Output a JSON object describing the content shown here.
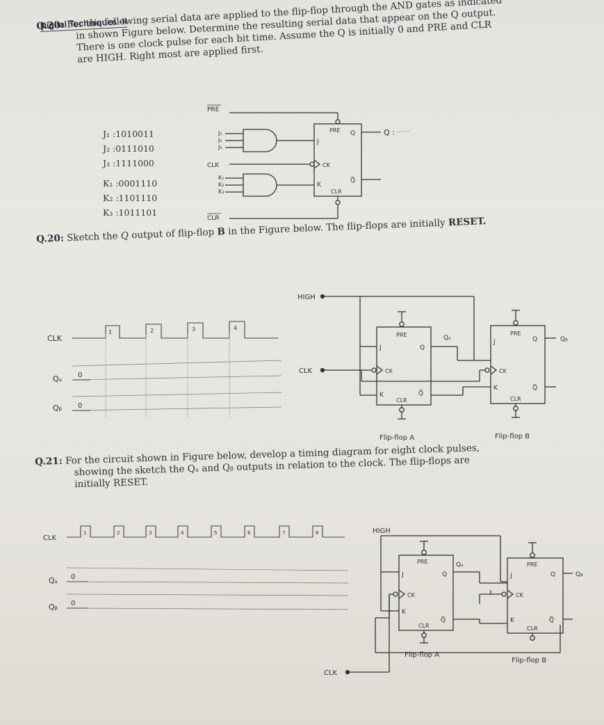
{
  "header": "Digital Techniques -II",
  "q20a": {
    "num": "Q.20:",
    "line1": "For the following serial data are applied to the flip-flop through the AND gates as indicated",
    "line2": "in shown Figure below. Determine the resulting serial data that appear on the Q output.",
    "line3": "There is one clock pulse for each bit time. Assume the Q is initially 0 and PRE and CLR",
    "line4": "are HIGH. Right most are applied first.",
    "inputs": [
      {
        "label": "J₁ :",
        "value": "1010011"
      },
      {
        "label": "J₂ :",
        "value": "0111010"
      },
      {
        "label": "J₃ :",
        "value": "1111000"
      },
      {
        "label": "K₁ :",
        "value": "0001110"
      },
      {
        "label": "K₂ :",
        "value": "1101110"
      },
      {
        "label": "K₃ :",
        "value": "1011101"
      }
    ],
    "pre_label": "PRE",
    "clk_label": "CLK",
    "clr_label": "CLR",
    "q_out": "Q :",
    "j_inputs": [
      "J₁",
      "J₂",
      "J₃"
    ],
    "k_inputs": [
      "K₁",
      "K₂",
      "K₃"
    ]
  },
  "q20b": {
    "num": "Q.20:",
    "text_a": "Sketch the",
    "text_q": "Q",
    "text_b": "output of flip-flop",
    "text_ff": "B",
    "text_c": "in the Figure below. The flip-flops are initially",
    "text_reset": "RESET.",
    "clk": "CLK",
    "qa": "Qₐ",
    "qb": "Qᵦ",
    "init": [
      "0",
      "0"
    ],
    "pulses": [
      "1",
      "2",
      "3",
      "4"
    ],
    "high": "HIGH",
    "clk_in": "CLK",
    "ff_a": "Flip-flop A",
    "ff_b": "Flip-flop B"
  },
  "q21": {
    "num": "Q.21:",
    "line1": "For the circuit shown in Figure below, develop a timing diagram for eight clock pulses,",
    "line2": "showing the sketch the Qₐ and Qᵦ outputs in relation to the clock. The flip-flops are",
    "line3": "initially RESET.",
    "clk": "CLK",
    "qa": "Qₐ",
    "qb": "Qᵦ",
    "init": [
      "0",
      "0"
    ],
    "pulses": [
      "1",
      "2",
      "3",
      "4",
      "5",
      "6",
      "7",
      "8"
    ],
    "high": "HIGH",
    "clk_in": "CLK",
    "ff_a": "Flip-flop A",
    "ff_b": "Flip-flop B"
  },
  "ff_pins": {
    "pre": "PRE",
    "clr": "CLR",
    "j": "J",
    "k": "K",
    "q": "Q",
    "qbar": "Q̅",
    "ck": "CK"
  }
}
